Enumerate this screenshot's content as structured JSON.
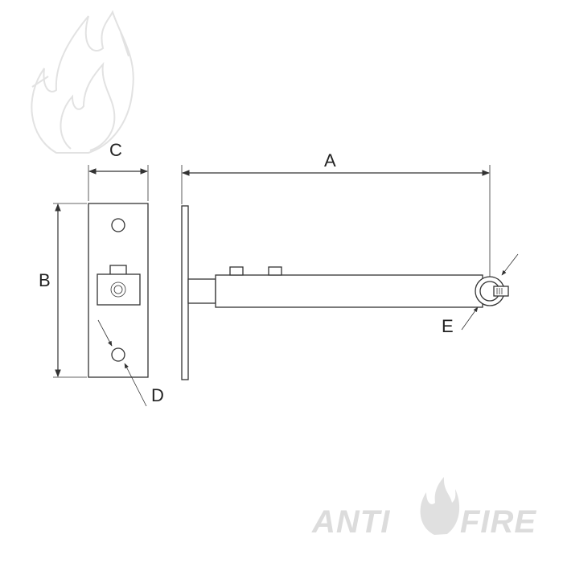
{
  "labels": {
    "a": "A",
    "b": "B",
    "c": "C",
    "d": "D",
    "e": "E"
  },
  "brand": {
    "word1": "ANTI",
    "word2": "FIRE",
    "color": "#dcdcdc"
  },
  "colors": {
    "line": "#333333",
    "watermark": "#e6e6e6"
  }
}
